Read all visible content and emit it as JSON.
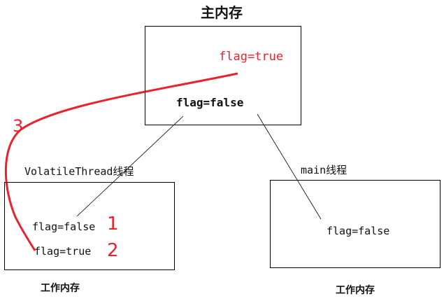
{
  "main_memory": {
    "title": "主内存",
    "value_new": "flag=true",
    "value_old": "flag=false"
  },
  "volatile_thread": {
    "label": "VolatileThread线程",
    "value_1": "flag=false",
    "value_2": "flag=true",
    "caption": "工作内存"
  },
  "main_thread": {
    "label": "main线程",
    "value": "flag=false",
    "caption": "工作内存"
  },
  "steps": {
    "step1": "1",
    "step2": "2",
    "step3": "3"
  },
  "colors": {
    "accent": "#e8222e",
    "line": "#000000"
  }
}
